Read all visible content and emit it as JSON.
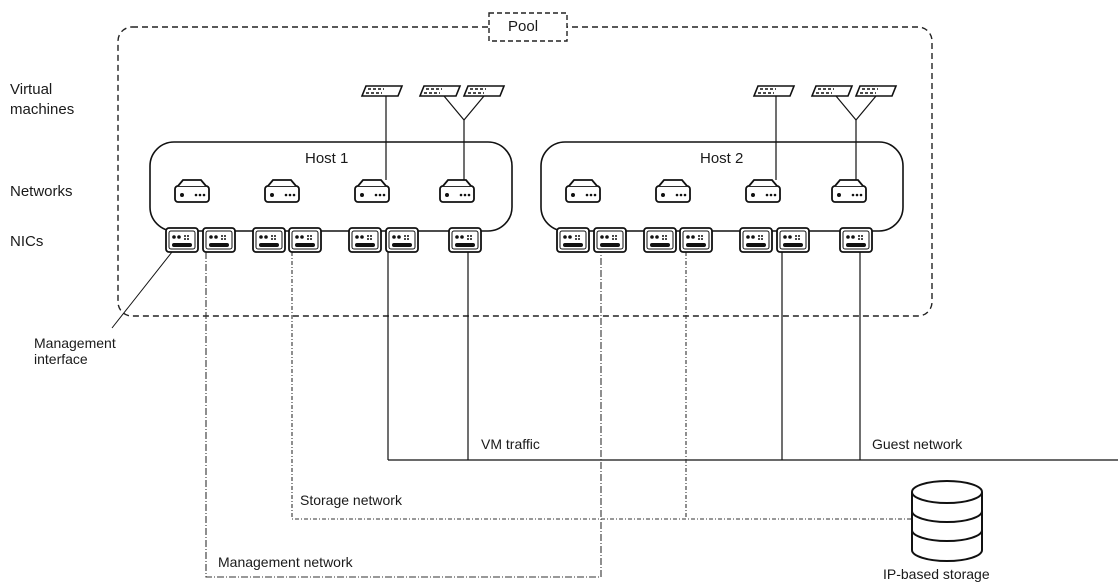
{
  "pool": {
    "label": "Pool"
  },
  "row_labels": {
    "virtual_machines": "Virtual\nmachines",
    "networks": "Networks",
    "nics": "NICs"
  },
  "hosts": [
    {
      "label": "Host 1"
    },
    {
      "label": "Host 2"
    }
  ],
  "annotations": {
    "management_interface": "Management\ninterface",
    "vm_traffic": "VM traffic",
    "guest_network": "Guest network",
    "storage_network": "Storage network",
    "management_network": "Management network",
    "ip_storage": "IP-based storage"
  },
  "icons": {
    "network": "network-switch-icon",
    "nic": "nic-card-icon",
    "vm": "virtual-machine-icon",
    "storage": "database-icon"
  }
}
